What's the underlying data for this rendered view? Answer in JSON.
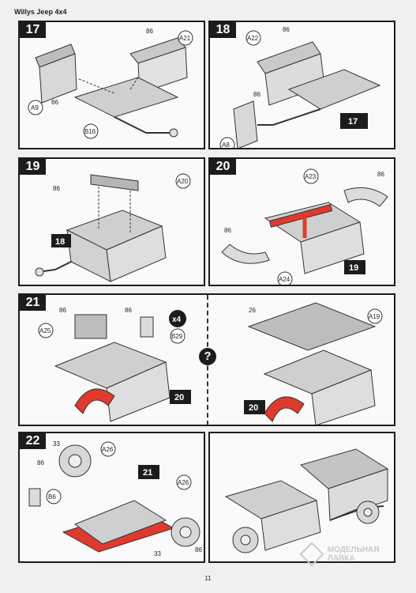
{
  "header": {
    "title": "Willys Jeep 4x4"
  },
  "page_number": "11",
  "watermark": {
    "line1": "МОДЕЛЬНАЯ",
    "line2": "ЛАВКА"
  },
  "steps": [
    {
      "num": "17",
      "labels": [
        "86",
        "A21",
        "A9",
        "86",
        "B16"
      ]
    },
    {
      "num": "18",
      "labels": [
        "86",
        "A22",
        "86",
        "A8",
        "17"
      ]
    },
    {
      "num": "19",
      "labels": [
        "86",
        "A20",
        "18"
      ]
    },
    {
      "num": "20",
      "labels": [
        "A23",
        "86",
        "86",
        "A24",
        "19"
      ]
    },
    {
      "num": "21",
      "labels": [
        "86",
        "86",
        "A25",
        "x4",
        "B29",
        "20"
      ]
    },
    {
      "num": "",
      "labels": [
        "26",
        "A19",
        "20"
      ]
    },
    {
      "num": "22",
      "labels": [
        "33",
        "A26",
        "86",
        "21",
        "B6",
        "A26",
        "86",
        "33"
      ]
    }
  ],
  "question_mark": "?"
}
